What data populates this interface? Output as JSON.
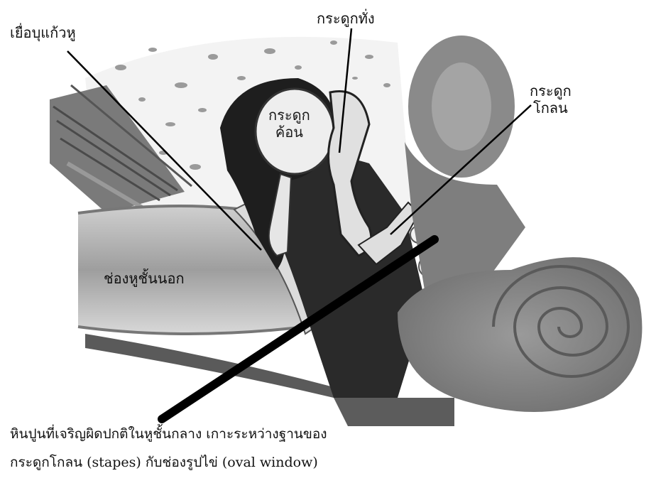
{
  "labels": {
    "eardrum": "เยื่อบุแก้วหู",
    "incus": "กระดูกทั่ง",
    "stapes_line1": "กระดูก",
    "stapes_line2": "โกลน",
    "malleus_line1": "กระดูก",
    "malleus_line2": "ค้อน",
    "outer_canal": "ช่องหูชั้นนอก"
  },
  "caption": {
    "line1": "หินปูนที่เจริญผิดปกติในหูชั้นกลาง เกาะระหว่างฐานของ",
    "line2": "กระดูกโกลน (stapes) กับช่องรูปไข่ (oval window)"
  },
  "colors": {
    "ink": "#111111",
    "bone": "#eeeeee",
    "canal": "#bdbdbd",
    "cochlea": "#8a8a8a",
    "dark_tissue": "#2a2a2a"
  }
}
